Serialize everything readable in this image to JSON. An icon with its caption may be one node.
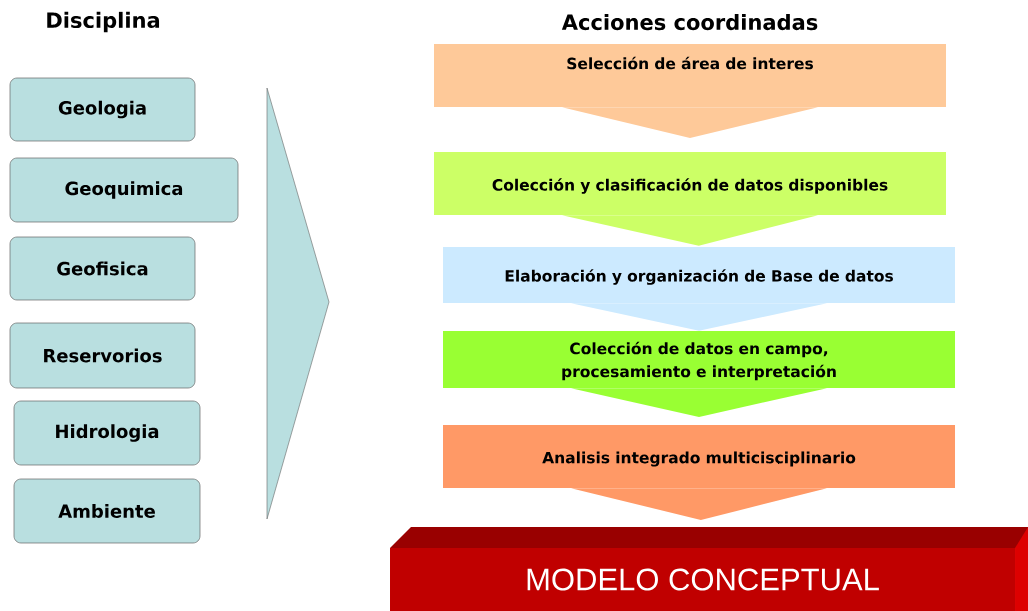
{
  "diagram": {
    "nodes": [
      {
        "text": [
          "Geologia"
        ]
      },
      {
        "text": [
          "Geoquimica"
        ]
      },
      {
        "text": [
          "Geofisica"
        ]
      },
      {
        "text": [
          "Reservorios"
        ]
      },
      {
        "text": [
          "Hidrologia"
        ]
      },
      {
        "text": [
          "Ambiente"
        ]
      },
      {
        "text": [
          "Selección de área de interes"
        ]
      },
      {
        "text": [
          "Colección y clasificación de datos disponibles"
        ]
      },
      {
        "text": [
          "Elaboración y organización de Base de datos"
        ]
      },
      {
        "text": [
          "Colección de datos en campo, procesamiento e interpretación"
        ]
      },
      {
        "text": [
          "Analisis integrado multicisciplinario"
        ]
      },
      {
        "text": [
          "MODELO CONCEPTUAL"
        ]
      }
    ],
    "edges": [
      {
        "from": 6,
        "to": 7,
        "arrow": "to"
      },
      {
        "from": 7,
        "to": 8,
        "arrow": "to"
      },
      {
        "from": 8,
        "to": 9,
        "arrow": "to"
      },
      {
        "from": 9,
        "to": 10,
        "arrow": "to"
      },
      {
        "from": 10,
        "to": 11,
        "arrow": "to"
      }
    ],
    "labels": [
      "Disciplina",
      "Acciones coordinadas"
    ]
  }
}
